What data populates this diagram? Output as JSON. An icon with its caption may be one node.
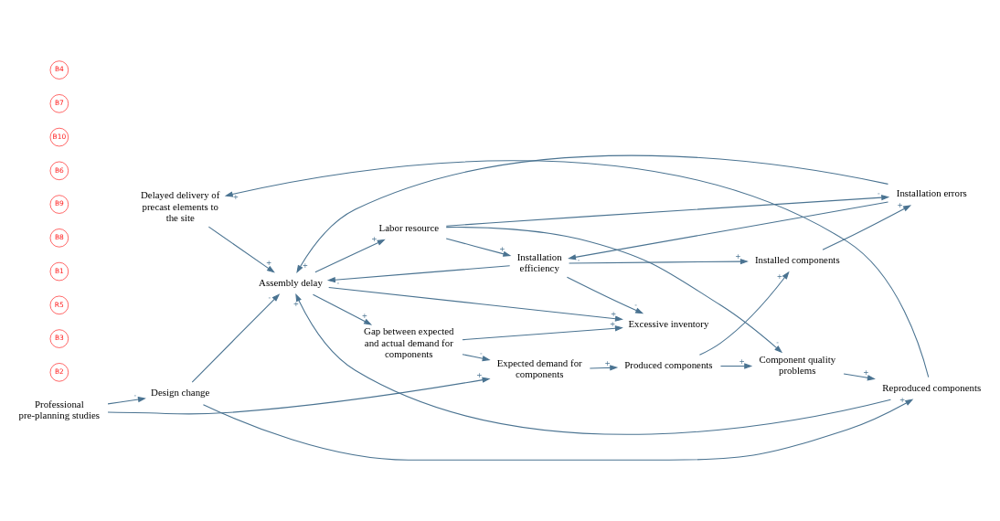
{
  "diagram": {
    "nodes": [
      {
        "text": [
          "Delayed delivery of precast elements to the site"
        ]
      },
      {
        "text": [
          "Installed components"
        ]
      },
      {
        "text": [
          "Excessive inventory"
        ]
      },
      {
        "text": [
          "Produced components"
        ]
      },
      {
        "text": [
          "Component quality problems"
        ]
      },
      {
        "text": [
          "Assembly delay"
        ]
      },
      {
        "text": [
          "Installation efficiency"
        ]
      },
      {
        "text": [
          "Expected demand for components"
        ]
      },
      {
        "text": [
          "Design change"
        ]
      },
      {
        "text": [
          "Professional pre-planning studies"
        ]
      },
      {
        "text": [
          "Reproduced components"
        ]
      },
      {
        "text": [
          "Installation errors"
        ]
      },
      {
        "text": [
          "Labor resource"
        ]
      },
      {
        "text": [
          "Gap between expected and actual demand for components"
        ]
      }
    ],
    "edges": [
      {
        "from": 7,
        "to": 3,
        "arrow": "to",
        "label": "+"
      },
      {
        "from": 3,
        "to": 1,
        "arrow": "to",
        "label": "+"
      },
      {
        "from": 3,
        "to": 4,
        "arrow": "to",
        "label": "+"
      },
      {
        "from": 10,
        "to": 0,
        "arrow": "to",
        "label": "+"
      },
      {
        "from": 6,
        "to": 1,
        "arrow": "to",
        "label": "+"
      },
      {
        "from": 1,
        "to": 11,
        "arrow": "to",
        "label": "+"
      },
      {
        "from": 0,
        "to": 5,
        "arrow": "to",
        "label": "+"
      },
      {
        "from": 5,
        "to": 2,
        "arrow": "to",
        "label": "+"
      },
      {
        "from": 6,
        "to": 2,
        "arrow": "to",
        "label": "-"
      },
      {
        "from": 13,
        "to": 2,
        "arrow": "to",
        "label": "+"
      },
      {
        "from": 6,
        "to": 5,
        "arrow": "to",
        "label": "-"
      },
      {
        "from": 8,
        "to": 5,
        "arrow": "to",
        "label": "-"
      },
      {
        "from": 10,
        "to": 5,
        "arrow": "to",
        "label": "+"
      },
      {
        "from": 11,
        "to": 5,
        "arrow": "to",
        "label": "+"
      },
      {
        "from": 5,
        "to": 13,
        "arrow": "to",
        "label": "+"
      },
      {
        "from": 5,
        "to": 12,
        "arrow": "to",
        "label": "+"
      },
      {
        "from": 12,
        "to": 11,
        "arrow": "to",
        "label": "-"
      },
      {
        "from": 12,
        "to": 6,
        "arrow": "to",
        "label": "+"
      },
      {
        "from": 11,
        "to": 6,
        "arrow": "to",
        "label": "-"
      },
      {
        "from": 12,
        "to": 4,
        "arrow": "to",
        "label": "-"
      },
      {
        "from": 4,
        "to": 10,
        "arrow": "to",
        "label": "+"
      },
      {
        "from": 9,
        "to": 7,
        "arrow": "to",
        "label": "+"
      },
      {
        "from": 9,
        "to": 8,
        "arrow": "to",
        "label": "-"
      },
      {
        "from": 8,
        "to": 10,
        "arrow": "to",
        "label": "+"
      },
      {
        "from": 13,
        "to": 7,
        "arrow": "to",
        "label": "-"
      }
    ],
    "labels": [
      "B2",
      "B3",
      "R5",
      "B1",
      "B8",
      "B9",
      "B6",
      "B10",
      "B7",
      "B4"
    ]
  }
}
